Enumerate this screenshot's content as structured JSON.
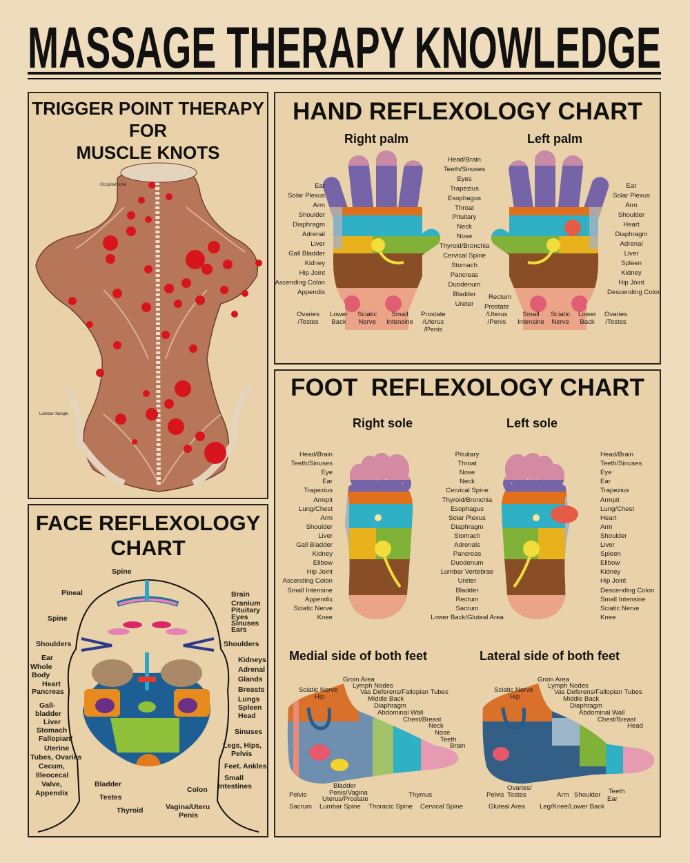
{
  "title": "MASSAGE THERAPY KNOWLEDGE",
  "trigger_panel": {
    "title_lines": [
      "TRIGGER POINT THERAPY",
      "FOR",
      "MUSCLE KNOTS"
    ],
    "labels": [
      "Occipital bone",
      "Lumbar triangle"
    ]
  },
  "hand_panel": {
    "title": "HAND REFLEXOLOGY CHART",
    "right_palm": "Right palm",
    "left_palm": "Left palm",
    "left_labels": [
      "Ear",
      "Solar Plexus",
      "Arm",
      "Shoulder",
      "Diaphragm",
      "Adrenal",
      "Liver",
      "Gall Bladder",
      "Kidney",
      "Hip Joint",
      "Ascending Colon",
      "Appendix"
    ],
    "center_labels": [
      "Head/Brain",
      "Teeth/Sinuses",
      "Eyes",
      "Trapezius",
      "Esophagus",
      "Throat",
      "Pituitary",
      "Neck",
      "Nose",
      "Thyroid/Bronchia",
      "Cervical Spine",
      "Stomach",
      "Pancreas",
      "Duodenum",
      "Bladder",
      "Ureter"
    ],
    "right_labels": [
      "Ear",
      "Solar Plexus",
      "Arm",
      "Shoulder",
      "Heart",
      "Diaphragm",
      "Adrenal",
      "Liver",
      "Spleen",
      "Kidney",
      "Hip Joint",
      "Descending Colon"
    ],
    "bottom_left": [
      "Ovaries\n/Testes",
      "Lower\nBack",
      "Sciatic\nNerve",
      "Small\nIntensine",
      "Prostate\n/Uterus\n/Penis"
    ],
    "bottom_right": [
      "Rectum",
      "Prostate\n/Uterus\n/Penis",
      "Small\nIntensine",
      "Sciatic\nNerve",
      "Lower\nBack",
      "Ovaries\n/Testes"
    ]
  },
  "foot_panel": {
    "title": "FOOT  REFLEXOLOGY CHART",
    "right_sole": "Right sole",
    "left_sole": "Left sole",
    "left_labels": [
      "Head/Brain",
      "Teeth/Sinuses",
      "Eye",
      "Ear",
      "Trapezius",
      "Armpit",
      "Lung/Chest",
      "Arm",
      "Shoulder",
      "Liver",
      "Gall Bladder",
      "Kidney",
      "Ellbow",
      "Hip Joint",
      "Ascending Colon",
      "Small Intensine",
      "Appendix",
      "Sciatic Nerve",
      "Knee"
    ],
    "center_labels": [
      "Pituitary",
      "Throat",
      "Nose",
      "Neck",
      "Cervical Spine",
      "Thyroid/Bronchia",
      "Esophagus",
      "Solar Plexus",
      "Diaphragm",
      "Stomach",
      "Adrenals",
      "Pancreas",
      "Duodenum",
      "Lumbar Vertebrae",
      "Ureter",
      "Bladder",
      "Rectum",
      "Sacrum",
      "Lower Back/Gluteal Area"
    ],
    "right_labels": [
      "Head/Brain",
      "Teeth/Sinuses",
      "Eye",
      "Ear",
      "Trapezius",
      "Armpit",
      "Lung/Chest",
      "Heart",
      "Arm",
      "Shoulder",
      "Liver",
      "Spleen",
      "Ellbow",
      "Kidney",
      "Hip Joint",
      "Descending Colon",
      "Small Intensine",
      "Sciatic Nerve",
      "Knee"
    ],
    "medial_title": "Medial side of both feet",
    "lateral_title": "Lateral side of both feet",
    "medial_labels": [
      "Groin Area",
      "Lymph Nodes",
      "Sciatic Nerve",
      "Hip",
      "Vas Deferens/Fallopian Tubes",
      "Middle Back",
      "Diaphragm",
      "Abdominal Wall",
      "Chest/Breast",
      "Neck",
      "Nose",
      "Teeth",
      "Brain",
      "Bladder",
      "Penis/Vagina",
      "Uterus/Prostate",
      "Pelvis",
      "Thymus",
      "Sacrum",
      "Lumbar Spine",
      "Thoracic Spine",
      "Cervical Spine"
    ],
    "lateral_labels": [
      "Groin Area",
      "Lymph Nodes",
      "Sciatic Nerve",
      "Hip",
      "Vas Deferens/Fallopian Tubes",
      "Middle Back",
      "Diaphragm",
      "Abdominal Wall",
      "Chest/Breast",
      "Head",
      "Teeth",
      "Ear",
      "Ovaries/",
      "Testes",
      "Pelvis",
      "Arm",
      "Shoulder",
      "Gluteal Area",
      "Leg/Knee/Lower Back"
    ]
  },
  "face_panel": {
    "title_lines": [
      "FACE REFLEXOLOGY",
      "CHART"
    ],
    "labels_left": [
      "Spine",
      "Pineal",
      "Spine",
      "Shoulders",
      "Ear",
      "Whole",
      "Body",
      "Heart",
      "Pancreas",
      "Gall-",
      "bladder",
      "Liver",
      "Stomach",
      "Fallopian/",
      "Uterine",
      "Tubes, Ovaries",
      "Cecum,",
      "Illeocecal",
      "Valve,",
      "Appendix",
      "Bladder",
      "Testes",
      "Thyroid"
    ],
    "labels_right": [
      "Brain",
      "Cranium",
      "Pituitary",
      "Eyes",
      "Sinuses",
      "Ears",
      "Shoulders",
      "Kidneys",
      "Adrenal",
      "Glands",
      "Breasts",
      "Lungs",
      "Spleen",
      "Head",
      "Sinuses",
      "Legs, Hips,",
      "Pelvis",
      "Feet. Ankles",
      "Small",
      "Intestines",
      "Colon",
      "Vagina/Uteru",
      "Penis"
    ]
  },
  "colors": {
    "background": "#efdcbc",
    "panel": "#e9d2a9",
    "trigger_dot": "#d8141c",
    "ink": "#111111"
  }
}
